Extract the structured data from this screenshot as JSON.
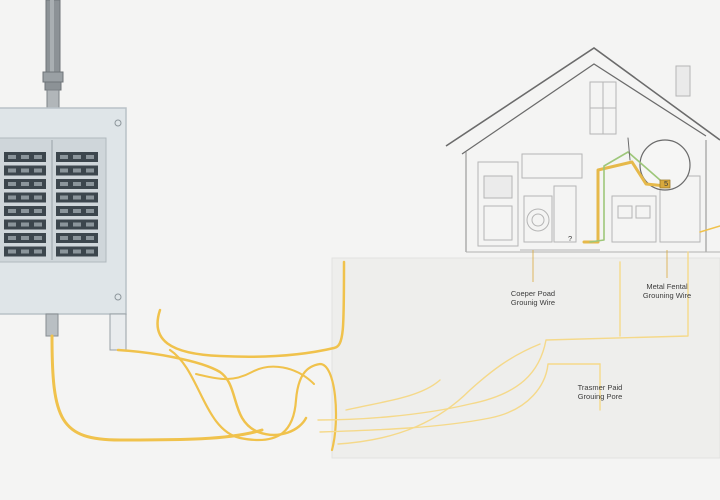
{
  "diagram": {
    "panel_label": "",
    "labels": {
      "copper_wire_line1": "Coeper Poad",
      "copper_wire_line2": "Grounig Wire",
      "metal_wire_line1": "Metal Fental",
      "metal_wire_line2": "Grouning Wire",
      "pole_line1": "Trasmer Paid",
      "pole_line2": "Grouing Pore",
      "marker_a": "?",
      "marker_b": "5"
    },
    "colors": {
      "wire": "#f0c24c",
      "wire_light": "#f5d98a",
      "panel": "#dde3e6",
      "panel_border": "#b9c2c7",
      "breaker": "#3c464d",
      "house_line": "#6b6b6b",
      "background": "#f4f4f3"
    }
  }
}
